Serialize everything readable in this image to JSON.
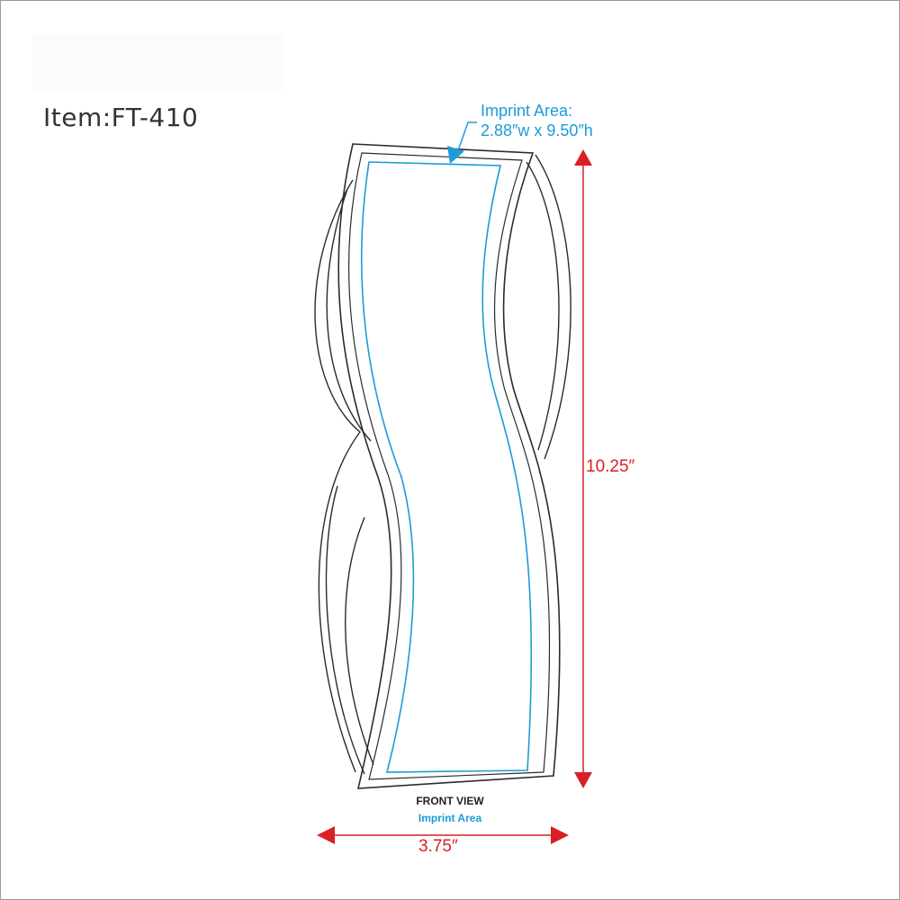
{
  "item": {
    "title": "Item:FT-410"
  },
  "imprint_callout": {
    "line1": "Imprint Area:",
    "line2": "2.88″w x 9.50″h"
  },
  "dimensions": {
    "height": "10.25″",
    "width": "3.75″"
  },
  "view": {
    "label": "FRONT VIEW",
    "sublabel": "Imprint Area"
  },
  "colors": {
    "outline": "#2b2b2b",
    "imprint": "#1e9ad6",
    "dimension": "#d91f26",
    "text": "#333333"
  }
}
